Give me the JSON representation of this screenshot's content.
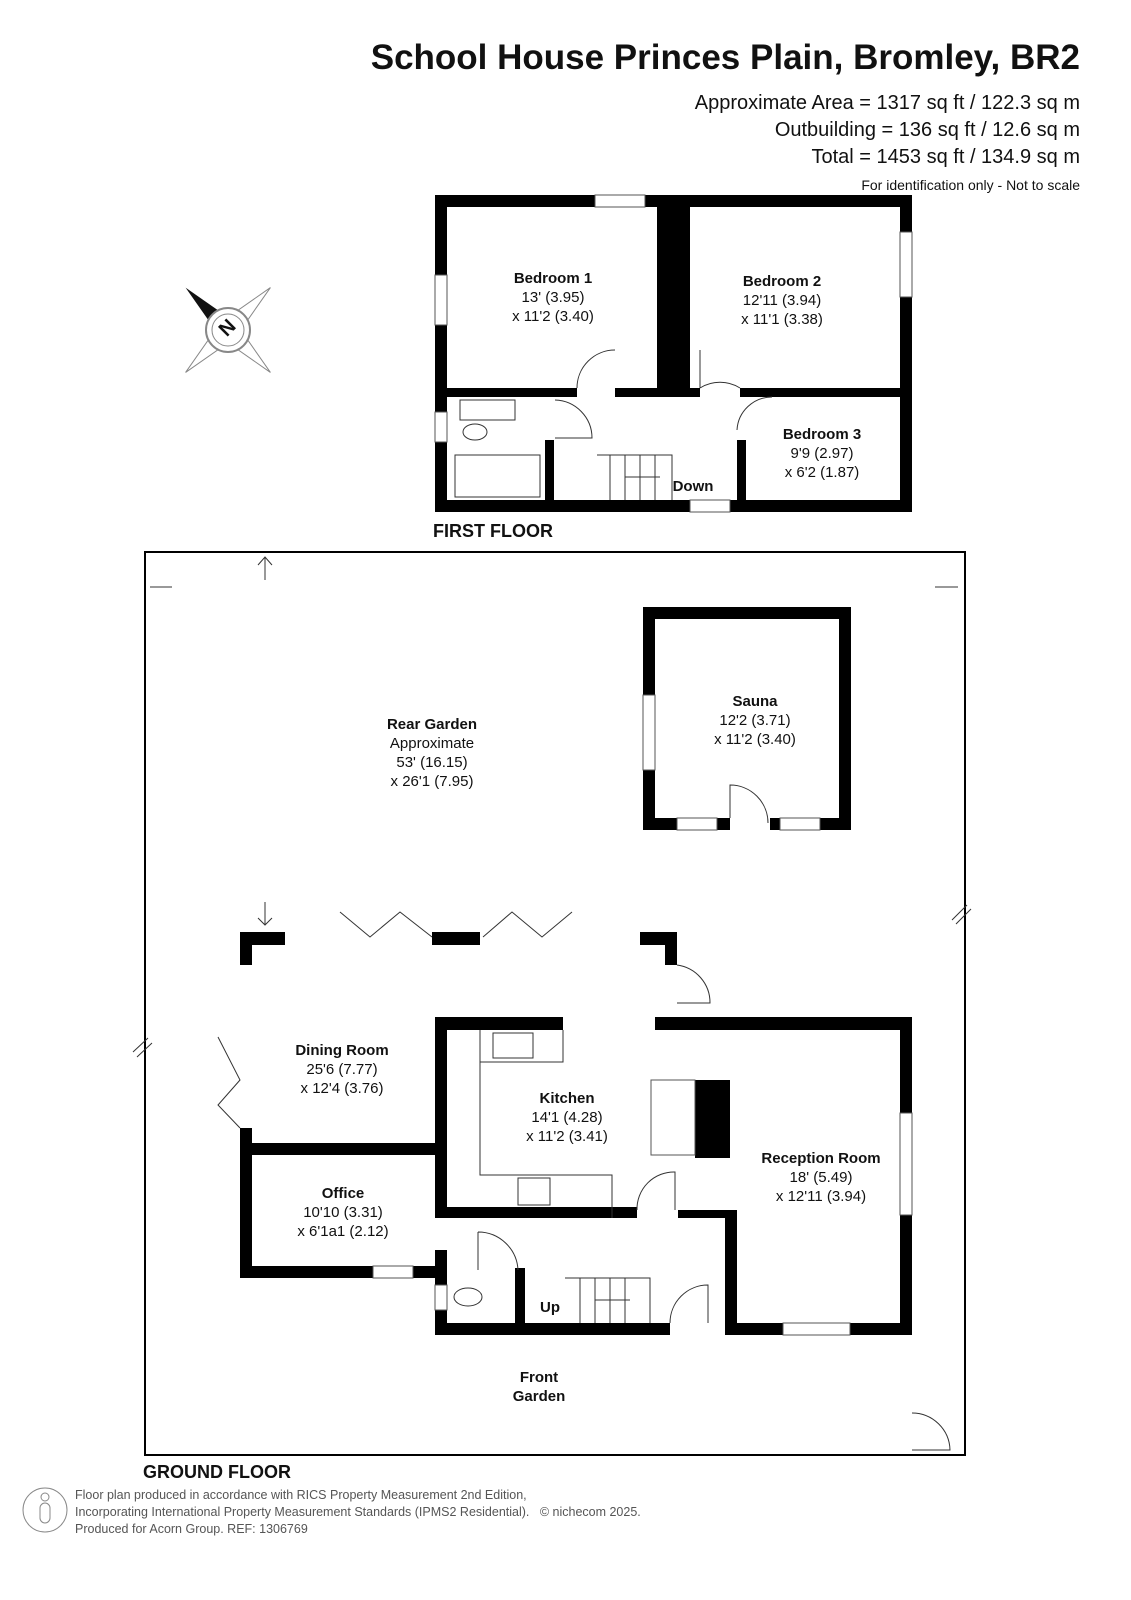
{
  "title": "School House Princes Plain, Bromley, BR2",
  "areas": [
    "Approximate Area = 1317 sq ft / 122.3 sq m",
    "Outbuilding = 136 sq ft / 12.6 sq m",
    "Total = 1453 sq ft / 134.9 sq m"
  ],
  "note": "For identification only - Not to scale",
  "compass": "N",
  "first_floor": {
    "label": "FIRST FLOOR",
    "rooms": [
      {
        "name": "Bedroom 1",
        "l1": "13' (3.95)",
        "l2": "x 11'2 (3.40)"
      },
      {
        "name": "Bedroom 2",
        "l1": "12'11 (3.94)",
        "l2": "x 11'1 (3.38)"
      },
      {
        "name": "Bedroom 3",
        "l1": "9'9 (2.97)",
        "l2": "x 6'2 (1.87)"
      }
    ],
    "stairs": "Down"
  },
  "ground_floor": {
    "label": "GROUND FLOOR",
    "rooms": [
      {
        "name": "Rear Garden",
        "l0": "Approximate",
        "l1": "53' (16.15)",
        "l2": "x 26'1 (7.95)"
      },
      {
        "name": "Sauna",
        "l1": "12'2 (3.71)",
        "l2": "x 11'2 (3.40)"
      },
      {
        "name": "Dining Room",
        "l1": "25'6 (7.77)",
        "l2": "x 12'4 (3.76)"
      },
      {
        "name": "Kitchen",
        "l1": "14'1 (4.28)",
        "l2": "x 11'2 (3.41)"
      },
      {
        "name": "Reception Room",
        "l1": "18' (5.49)",
        "l2": "x 12'11 (3.94)"
      },
      {
        "name": "Office",
        "l1": "10'10 (3.31)",
        "l2": "x 6'1a1 (2.12)"
      },
      {
        "name": "Front",
        "l1": "Garden"
      }
    ],
    "stairs": "Up"
  },
  "footer": {
    "line1": "Floor plan produced in accordance with RICS Property Measurement 2nd Edition,",
    "line2": "Incorporating International Property Measurement Standards (IPMS2 Residential).",
    "copyright": "© nichecom 2025.",
    "line3": "Produced for Acorn Group.   REF: 1306769"
  }
}
